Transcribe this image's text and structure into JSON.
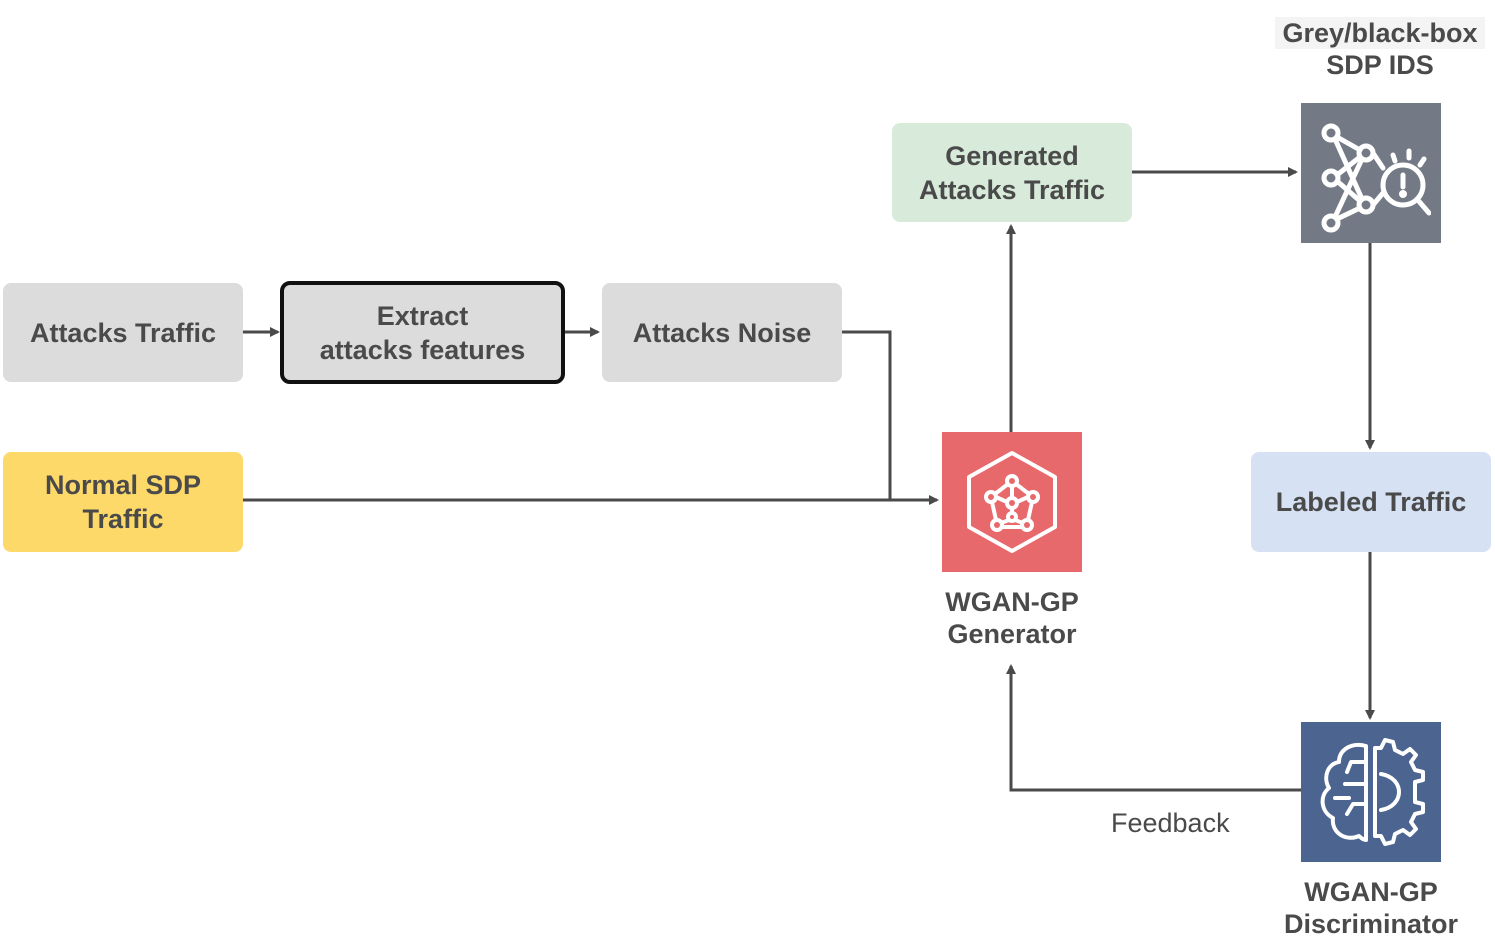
{
  "nodes": {
    "attacks_traffic": "Attacks Traffic",
    "extract_features": [
      "Extract",
      "attacks features"
    ],
    "attacks_noise": "Attacks Noise",
    "normal_traffic": [
      "Normal SDP",
      "Traffic"
    ],
    "generated_traffic": [
      "Generated",
      "Attacks Traffic"
    ],
    "labeled_traffic": "Labeled Traffic",
    "ids_label": [
      "Grey/black-box",
      "SDP IDS"
    ],
    "generator_label": [
      "WGAN-GP",
      "Generator"
    ],
    "discriminator_label": [
      "WGAN-GP",
      "Discriminator"
    ]
  },
  "edges": {
    "feedback_label": "Feedback"
  },
  "icons": {
    "generator": "neural-network-hexagon-icon",
    "ids": "neural-network-inspection-icon",
    "discriminator": "brain-gear-icon"
  },
  "colors": {
    "grey_box": "#dcdcdc",
    "normal_box": "#fdd96a",
    "generated_box": "#d8ead9",
    "labeled_box": "#d6e2f3",
    "generator_tile": "#e8696b",
    "ids_tile": "#737a86",
    "discriminator_tile": "#4b6490",
    "arrow": "#4a4a4a"
  }
}
